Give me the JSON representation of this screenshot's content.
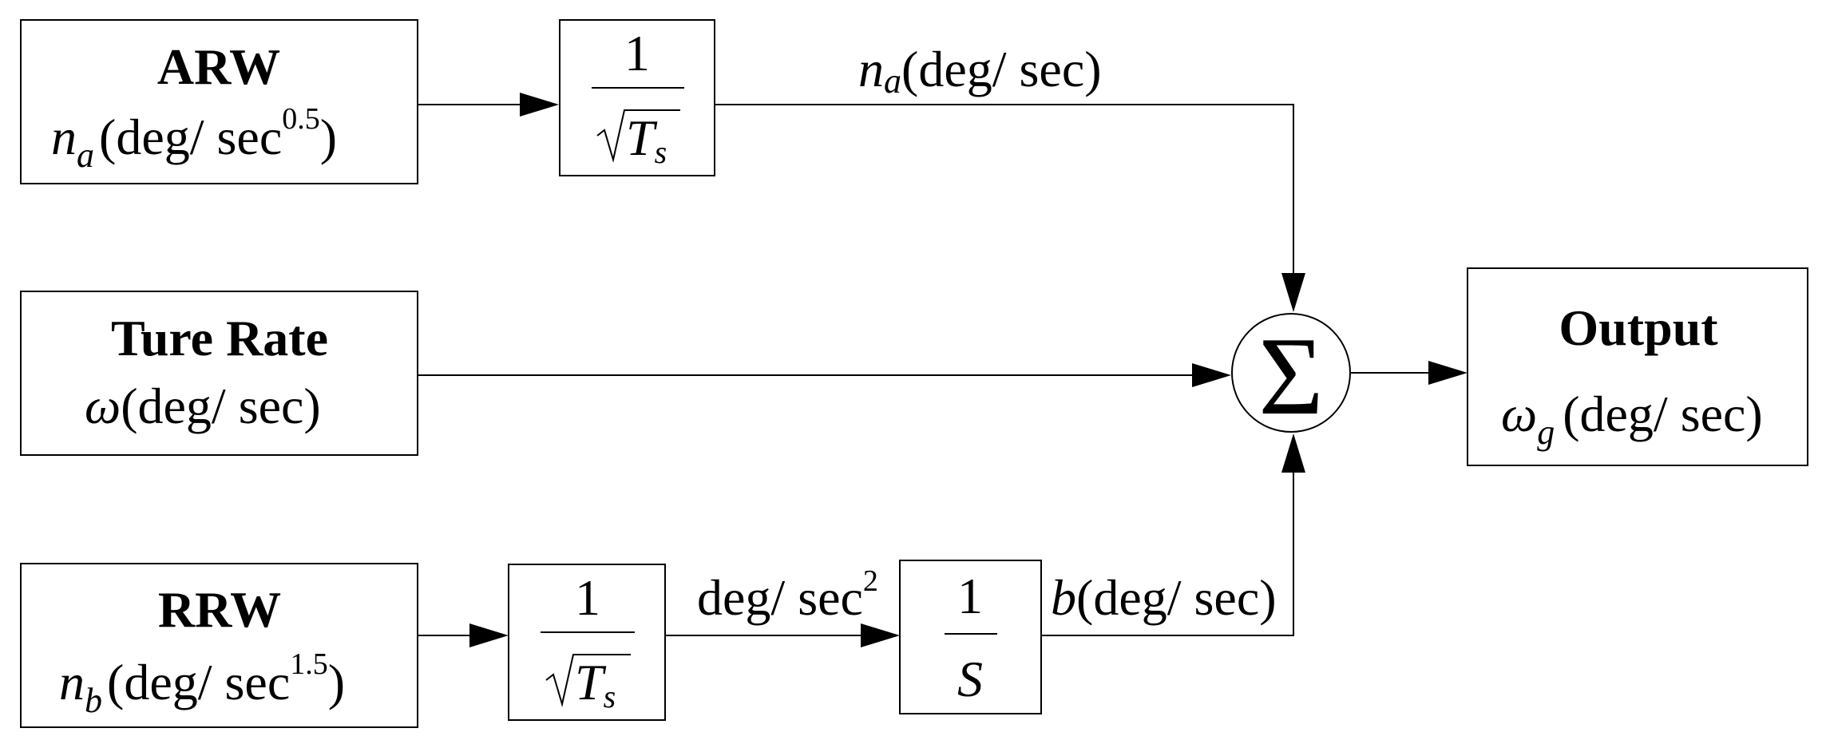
{
  "blocks": {
    "arw": {
      "title": "ARW",
      "var": "n",
      "var_sub": "a",
      "unit": "(deg/ sec",
      "unit_sup": "0.5",
      "unit_close": ")"
    },
    "ture_rate": {
      "title": "Ture Rate",
      "var": "ω",
      "unit": "(deg/ sec)"
    },
    "rrw": {
      "title": "RRW",
      "var": "n",
      "var_sub": "b",
      "unit": "(deg/ sec",
      "unit_sup": "1.5",
      "unit_close": ")"
    },
    "output": {
      "title": "Output",
      "var": "ω",
      "var_sub": "g",
      "unit": "(deg/ sec)"
    },
    "gain_top": {
      "numerator": "1",
      "denominator_var": "T",
      "denominator_sub": "s"
    },
    "gain_bottom": {
      "numerator": "1",
      "denominator_var": "T",
      "denominator_sub": "s"
    },
    "integrator": {
      "numerator": "1",
      "denominator": "S"
    },
    "summer": {
      "symbol": "Σ"
    }
  },
  "signals": {
    "na_label_var": "n",
    "na_label_sub": "a",
    "na_label_unit": "(deg/ sec)",
    "mid_label": "deg/ sec",
    "mid_label_sup": "2",
    "b_label_var": "b",
    "b_label_unit": "(deg/ sec)"
  }
}
